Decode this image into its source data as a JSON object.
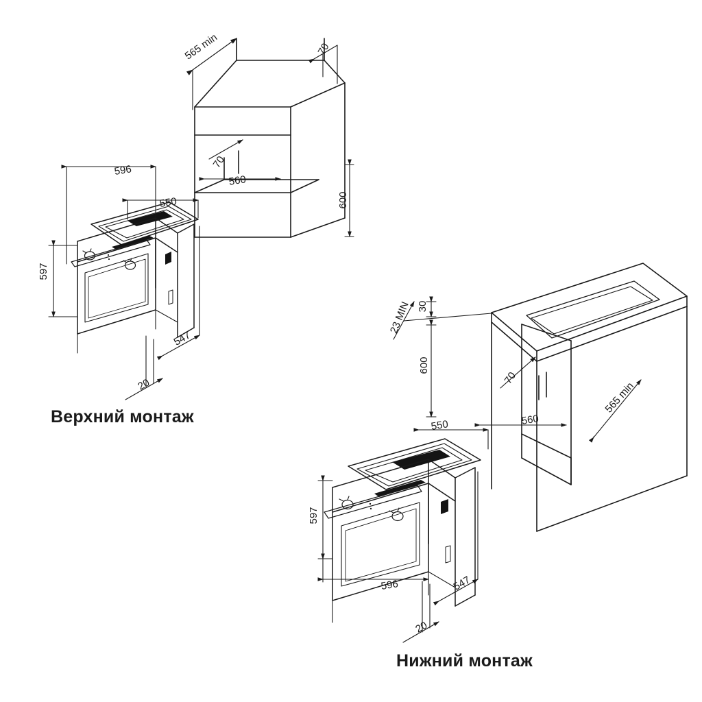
{
  "document": {
    "type": "installation-dimension-drawing",
    "appliance": "built-in oven",
    "units": "mm",
    "line_color": "#1a1a1a",
    "background_color": "#ffffff"
  },
  "captions": {
    "top_mount": "Верхний монтаж",
    "bottom_mount": "Нижний монтаж"
  },
  "top_assembly": {
    "name": "top-mount-assembly",
    "oven": {
      "width": "596",
      "height": "597",
      "depth": "547",
      "body_width": "550",
      "door_offset": "20"
    },
    "cabinet": {
      "depth_min": "565 min",
      "top_gap": "70",
      "shelf_gap": "70",
      "niche_width": "560",
      "niche_height": "600"
    }
  },
  "bottom_assembly": {
    "name": "bottom-mount-assembly",
    "oven": {
      "width": "596",
      "height": "597",
      "depth": "547",
      "body_width": "550",
      "door_offset": "20"
    },
    "cabinet": {
      "worktop_thickness": "30",
      "front_clearance": "23 MIN",
      "niche_height": "600",
      "shelf_gap": "70",
      "niche_width": "560",
      "depth_min": "565 min"
    }
  },
  "labels": {
    "l_596": "596",
    "l_597": "597",
    "l_547": "547",
    "l_550": "550",
    "l_20": "20",
    "l_70": "70",
    "l_560": "560",
    "l_600": "600",
    "l_565min": "565 min",
    "l_30": "30",
    "l_23min": "23 MIN"
  }
}
